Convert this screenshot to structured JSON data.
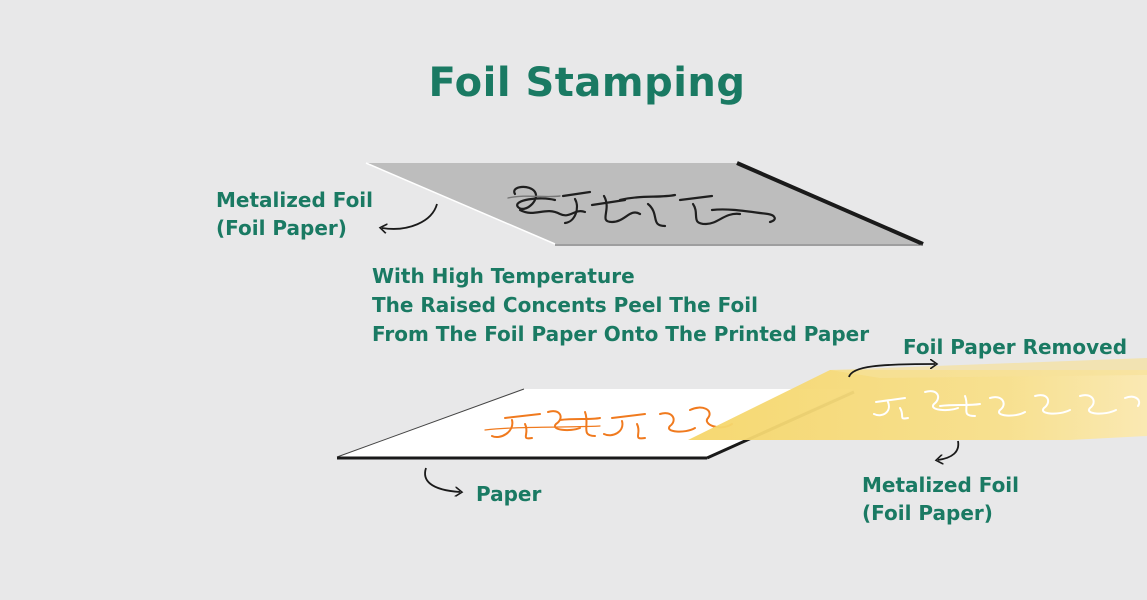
{
  "title": "Foil Stamping",
  "labels": {
    "metalized_foil_top": [
      "Metalized Foil",
      "(Foil Paper)"
    ],
    "process_description": [
      "With High Temperature",
      "The Raised Concents Peel The Foil",
      "From The Foil Paper Onto The Printed Paper"
    ],
    "foil_paper_removed": "Foil Paper Removed",
    "paper": "Paper",
    "metalized_foil_bottom": [
      "Metalized Foil",
      "(Foil Paper)"
    ]
  },
  "colors": {
    "background": "#e8e8e9",
    "text_accent": "#1a7a63",
    "foil_sheet": "#bdbdbd",
    "paper_sheet": "#ffffff",
    "gold_foil": "#f5d873",
    "orange_stamp": "#f07a1e",
    "sheet_edge": "#1a1a1a"
  }
}
